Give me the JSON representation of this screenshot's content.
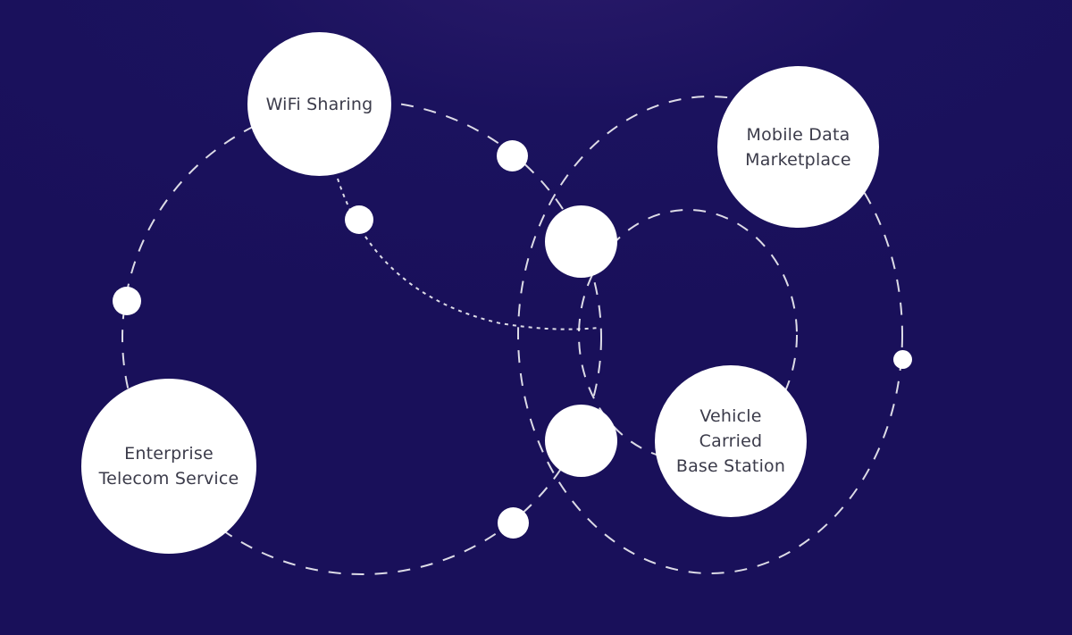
{
  "diagram": {
    "nodes": [
      {
        "id": "wifi",
        "label": "WiFi Sharing"
      },
      {
        "id": "mobile",
        "label": "Mobile Data\nMarketplace"
      },
      {
        "id": "enterprise",
        "label": "Enterprise\nTelecom Service"
      },
      {
        "id": "vehicle",
        "label": "Vehicle\nCarried\nBase Station"
      }
    ]
  },
  "colors": {
    "background": "#1a115c",
    "node_fill": "#ffffff",
    "orbit_line": "#ffffff",
    "label_text": "#3b3b4a"
  }
}
